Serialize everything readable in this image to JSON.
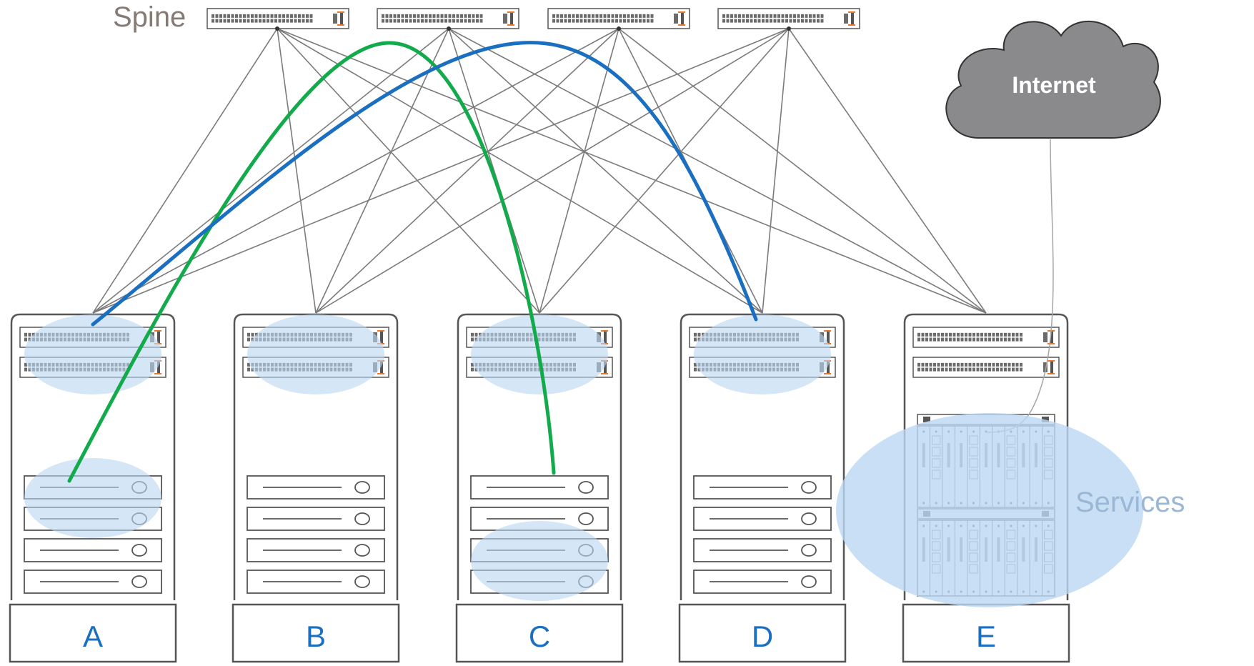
{
  "spine": {
    "label": "Spine",
    "switch_count": 4
  },
  "cloud": {
    "label": "Internet"
  },
  "racks": [
    {
      "id": "a",
      "label": "A",
      "has_servers": true,
      "highlight_servers": [
        0,
        1
      ]
    },
    {
      "id": "b",
      "label": "B",
      "has_servers": true,
      "highlight_servers": []
    },
    {
      "id": "c",
      "label": "C",
      "has_servers": true,
      "highlight_servers": [
        2,
        3
      ]
    },
    {
      "id": "d",
      "label": "D",
      "has_servers": true,
      "highlight_servers": []
    },
    {
      "id": "e",
      "label": "E",
      "has_servers": false,
      "highlight_servers": []
    }
  ],
  "services": {
    "label": "Services"
  },
  "paths": [
    {
      "name": "green-path",
      "color": "#12aa4b",
      "from": "A",
      "to": "C"
    },
    {
      "name": "blue-path",
      "color": "#1a6fc1",
      "from": "A",
      "to": "D"
    }
  ],
  "colors": {
    "rack_label": "#1a6fc1",
    "highlight": "#bcd7f2",
    "link_gray": "#7b7b7b",
    "cloud_fill": "#8a8a8c",
    "services_text": "#9bb7d6",
    "spine_text": "#857a74",
    "accent_orange": "#e8762c"
  }
}
